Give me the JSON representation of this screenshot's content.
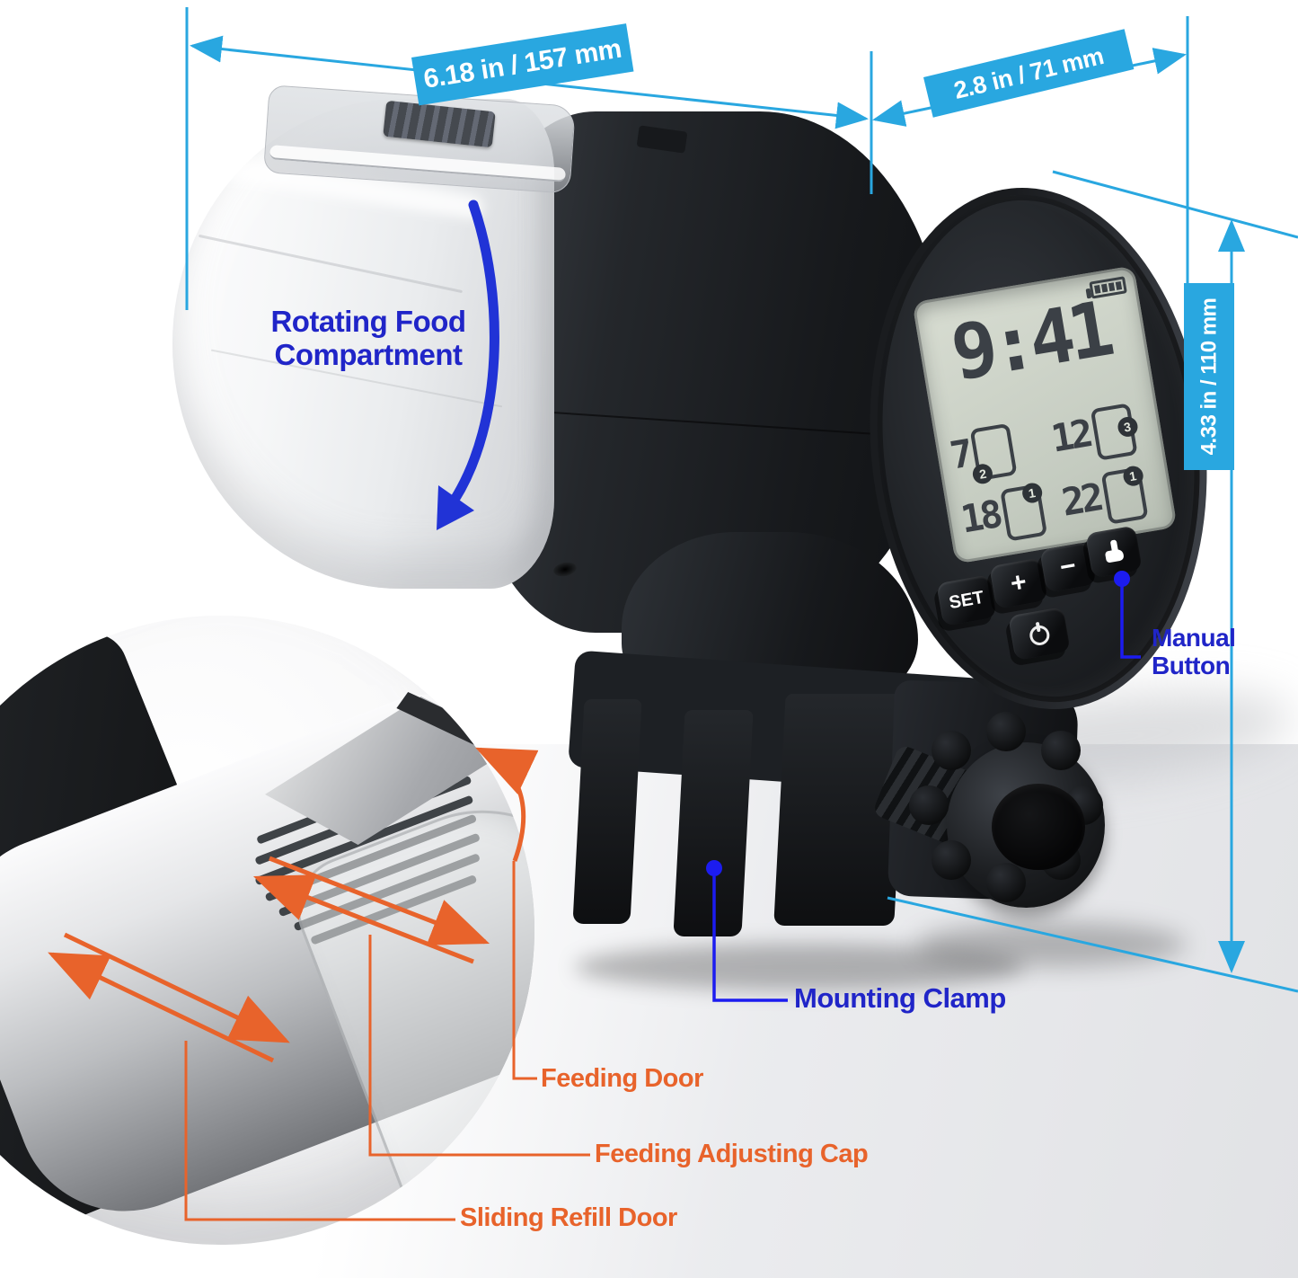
{
  "annotations": {
    "dim_length": "6.18 in / 157 mm",
    "dim_depth": "2.8 in / 71 mm",
    "dim_height": "4.33 in / 110 mm",
    "rotating_food_line1": "Rotating Food",
    "rotating_food_line2": "Compartment",
    "manual_line1": "Manual",
    "manual_line2": "Button",
    "mounting_clamp": "Mounting Clamp",
    "feeding_door": "Feeding Door",
    "feeding_adjusting_cap": "Feeding Adjusting Cap",
    "sliding_refill_door": "Sliding Refill Door"
  },
  "device": {
    "lcd": {
      "time": "9:41",
      "battery_icon": "battery-4-bars-icon",
      "feed_times": [
        {
          "hour": "7",
          "portions": "2"
        },
        {
          "hour": "12",
          "portions": "3"
        },
        {
          "hour": "18",
          "portions": "1"
        },
        {
          "hour": "22",
          "portions": "1"
        }
      ]
    },
    "buttons": {
      "set": "SET",
      "plus": "+",
      "minus": "−",
      "manual_icon": "pointing-hand-icon",
      "power_icon": "power-icon"
    }
  },
  "colors": {
    "dimension_blue": "#29a7e0",
    "callout_blue": "#2025c8",
    "connector_blue": "#1c1cf0",
    "callout_orange": "#e8632b",
    "lcd_background": "#c9cfc4",
    "body_black": "#17191c"
  }
}
